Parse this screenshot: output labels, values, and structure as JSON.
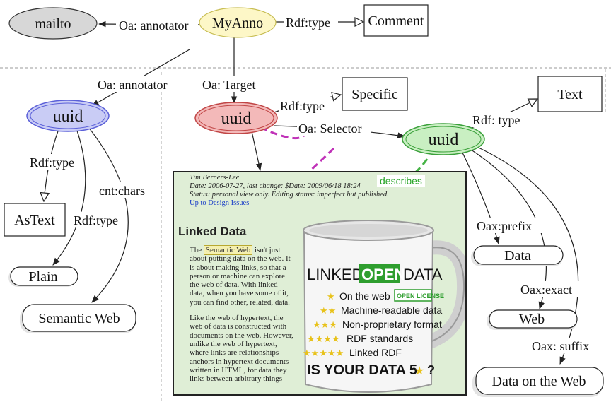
{
  "nodes": {
    "mailto": "mailto",
    "myanno": "MyAnno",
    "comment": "Comment",
    "uuid_left": "uuid",
    "uuid_target": "uuid",
    "uuid_selector": "uuid",
    "specific": "Specific",
    "text": "Text",
    "astext": "AsText",
    "plain": "Plain",
    "semantic_web": "Semantic Web",
    "data": "Data",
    "web": "Web",
    "data_on_the_web": "Data on the Web"
  },
  "edges": {
    "oa_annotator_top": "Oa: annotator",
    "rdf_type_top": "Rdf:type",
    "oa_annotator_mid": "Oa: annotator",
    "oa_target": "Oa: Target",
    "rdf_type_specific": "Rdf:type",
    "oa_selector": "Oa: Selector",
    "rdf_type_text": "Rdf: type",
    "rdf_type_astext": "Rdf:type",
    "rdf_type_plain": "Rdf:type",
    "cnt_chars": "cnt:chars",
    "oax_prefix": "Oax:prefix",
    "oax_exact": "Oax:exact",
    "oax_suffix": "Oax: suffix",
    "describes": "describes"
  },
  "document": {
    "author": "Tim Berners-Lee",
    "date_line": "Date: 2006-07-27, last change: $Date: 2009/06/18 18:24",
    "status_line": "Status: personal view only. Editing status: imperfect but published.",
    "link": "Up to Design Issues",
    "title": "Linked Data",
    "highlight": "Semantic Web",
    "para1_rest": "isn't just about putting data on the web. It is about making links, so that a person or machine can explore the web of data.  With linked data, when you have some of it, you can find other, related, data.",
    "para2": "Like the web of hypertext, the web of data is constructed with documents on the web. However,  unlike the web of hypertext,  where links are relationships anchors in hypertext documents written in HTML, for data they links between arbitrary things"
  },
  "mug": {
    "title_a": "LINKED",
    "title_b": "OPEN",
    "title_c": "DATA",
    "item1": "On the web",
    "badge": "OPEN LICENSE",
    "item2": "Machine-readable data",
    "item3": "Non-proprietary format",
    "item4": "RDF standards",
    "item5": "Linked RDF",
    "footer": "IS YOUR DATA 5",
    "footer_q": "?"
  },
  "colors": {
    "mailto_fill": "#d7d7d7",
    "myanno_fill": "#fdf7c7",
    "uuid_blue": "#c9ccf5",
    "uuid_red": "#f3b9b9",
    "uuid_green": "#c9efc2",
    "magenta_arrow": "#c032b8",
    "green_arrow": "#44b344",
    "panel_green": "#dfeed6",
    "mug_green": "#2e9e2e",
    "star_gold": "#e8c21a"
  }
}
